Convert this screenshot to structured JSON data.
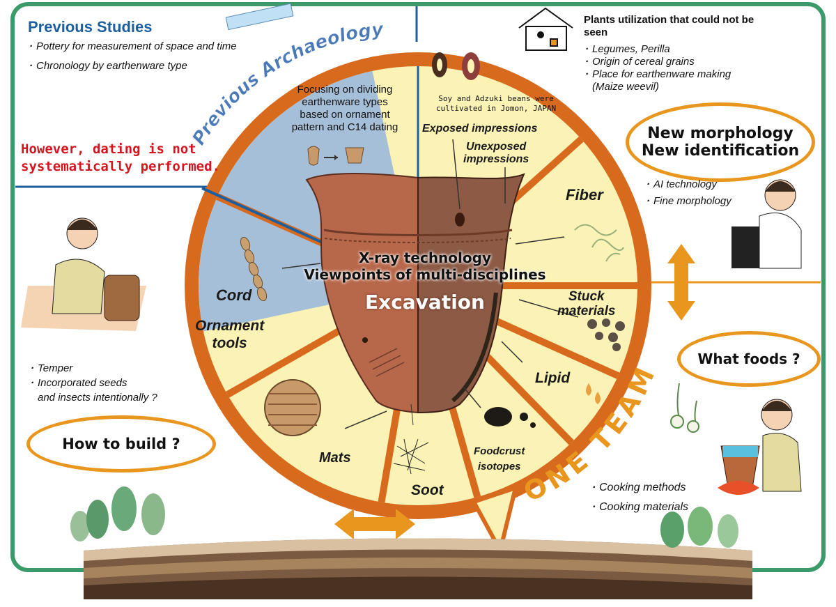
{
  "previous_studies": {
    "title": "Previous Studies",
    "items": [
      "Pottery for measurement of space and time",
      "Chronology by earthenware type"
    ],
    "warning_line1": "However, dating is not",
    "warning_line2": "systematically performed."
  },
  "arc_previous_archaeology": "Previous Archaeology",
  "arc_one_team": "ONE TEAM",
  "focus_text": [
    "Focusing on dividing",
    "earthenware types",
    "based on ornament",
    "pattern and C14 dating"
  ],
  "plants": {
    "title_line1": "Plants utilization that could not be",
    "title_line2": "seen",
    "items": [
      "Legumes, Perilla",
      "Origin of cereal grains",
      "Place for earthenware making",
      "(Maize weevil)"
    ]
  },
  "beans_caption": [
    "Soy and Adzuki beans were",
    "cultivated in Jomon, JAPAN"
  ],
  "new_morph": {
    "line1": "New morphology",
    "line2": "New identification"
  },
  "tech_items": [
    "AI technology",
    "Fine morphology"
  ],
  "center": {
    "line1": "X-ray technology",
    "line2": "Viewpoints of multi-disciplines",
    "excavation": "Excavation"
  },
  "segments": {
    "exposed": "Exposed impressions",
    "unexposed_1": "Unexposed",
    "unexposed_2": "impressions",
    "fiber": "Fiber",
    "stuck_1": "Stuck",
    "stuck_2": "materials",
    "lipid": "Lipid",
    "foodcrust_1": "Foodcrust",
    "foodcrust_2": "isotopes",
    "soot": "Soot",
    "mats": "Mats",
    "cord": "Cord",
    "ornament_1": "Ornament",
    "ornament_2": "tools"
  },
  "temper_items": [
    "Temper",
    "Incorporated seeds",
    "and insects intentionally ?"
  ],
  "how_to_build": "How to build ?",
  "what_foods": "What foods ?",
  "cooking_items": [
    "Cooking methods",
    "Cooking materials"
  ],
  "colors": {
    "frame": "#3a9a6a",
    "wheel_fill": "#fbf2b5",
    "wheel_rim": "#d86a1e",
    "blue_quadrant": "#a6bfd9",
    "accent": "#e8961e",
    "title_blue": "#1d5f9e",
    "warning_red": "#d4141e"
  }
}
